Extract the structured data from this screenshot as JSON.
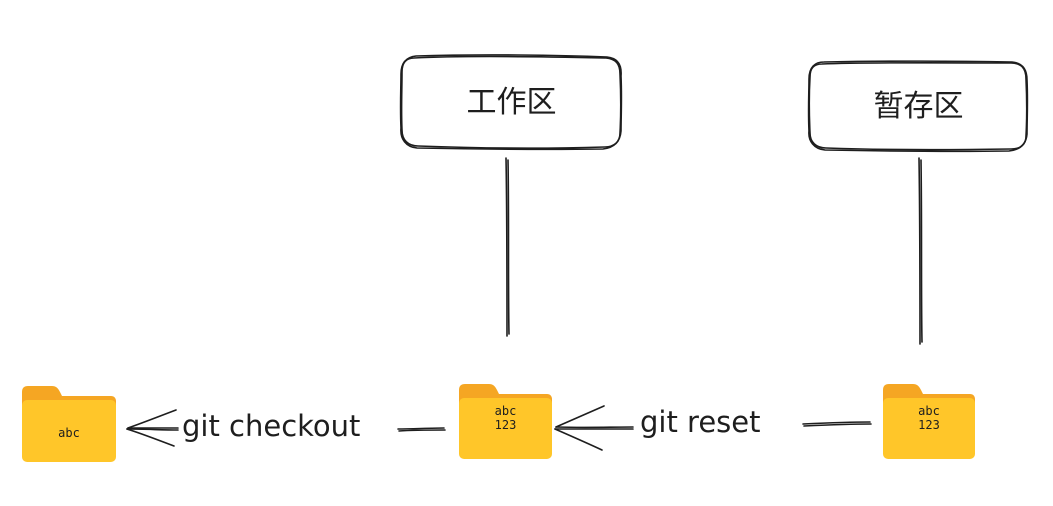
{
  "nodes": {
    "workspace": {
      "label": "工作区"
    },
    "staging": {
      "label": "暂存区"
    }
  },
  "folders": [
    {
      "id": "left",
      "lines": [
        "abc"
      ]
    },
    {
      "id": "middle",
      "lines": [
        "abc",
        "123"
      ]
    },
    {
      "id": "right",
      "lines": [
        "abc",
        "123"
      ]
    }
  ],
  "commands": {
    "checkout": "git checkout",
    "reset": "git reset"
  },
  "colors": {
    "stroke": "#1e1e1e",
    "folder_body": "#ffc629",
    "folder_tab": "#f5a623",
    "background": "#ffffff"
  }
}
